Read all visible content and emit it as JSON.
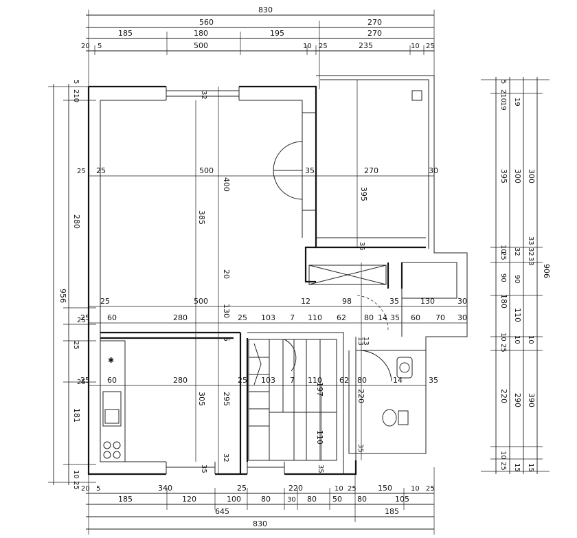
{
  "top_dims": {
    "row1": [
      "830"
    ],
    "row2": [
      "560",
      "270"
    ],
    "row3": [
      "185",
      "180",
      "195",
      "270"
    ],
    "row4": [
      "20",
      "5",
      "500",
      "10",
      "25",
      "235",
      "10",
      "25"
    ]
  },
  "bottom_dims": {
    "row1": [
      "20",
      "5",
      "340",
      "25",
      "220",
      "10",
      "25",
      "150",
      "10",
      "25"
    ],
    "row2": [
      "185",
      "120",
      "100",
      "80",
      "30",
      "80",
      "50",
      "80",
      "105"
    ],
    "row3": [
      "645",
      "185"
    ],
    "row4": [
      "830"
    ]
  },
  "left_dims": {
    "outer": [
      "956"
    ],
    "middle": [
      "5",
      "210",
      "280",
      "25",
      "181",
      "10",
      "25"
    ],
    "inner": [
      "25",
      "25",
      "25"
    ]
  },
  "right_dims": {
    "outer": [
      "906"
    ],
    "middle": [
      "5",
      "210",
      "19",
      "395",
      "10",
      "25",
      "90",
      "180",
      "10",
      "25",
      "220",
      "10",
      "25"
    ],
    "inner": [
      "19",
      "300",
      "300",
      "32",
      "32",
      "90",
      "110",
      "10",
      "10",
      "290",
      "390",
      "15",
      "15",
      "33",
      "33"
    ]
  },
  "inner_labels": {
    "row_upper": [
      "25",
      "500",
      "35",
      "270",
      "30"
    ],
    "row_mid1": [
      "25",
      "500",
      "12",
      "98",
      "35",
      "130",
      "30"
    ],
    "row_mid2": [
      "25",
      "60",
      "280",
      "25",
      "103",
      "7",
      "110",
      "62",
      "80",
      "14",
      "35",
      "60",
      "70",
      "30"
    ],
    "row_lower": [
      "25",
      "60",
      "280",
      "25",
      "103",
      "7",
      "110",
      "80",
      "62",
      "14",
      "35"
    ],
    "vertical": [
      "400",
      "385",
      "395",
      "20",
      "130",
      "5",
      "305",
      "295",
      "197",
      "110",
      "220",
      "32",
      "32",
      "35",
      "35",
      "35",
      "13",
      "13",
      "35"
    ]
  }
}
